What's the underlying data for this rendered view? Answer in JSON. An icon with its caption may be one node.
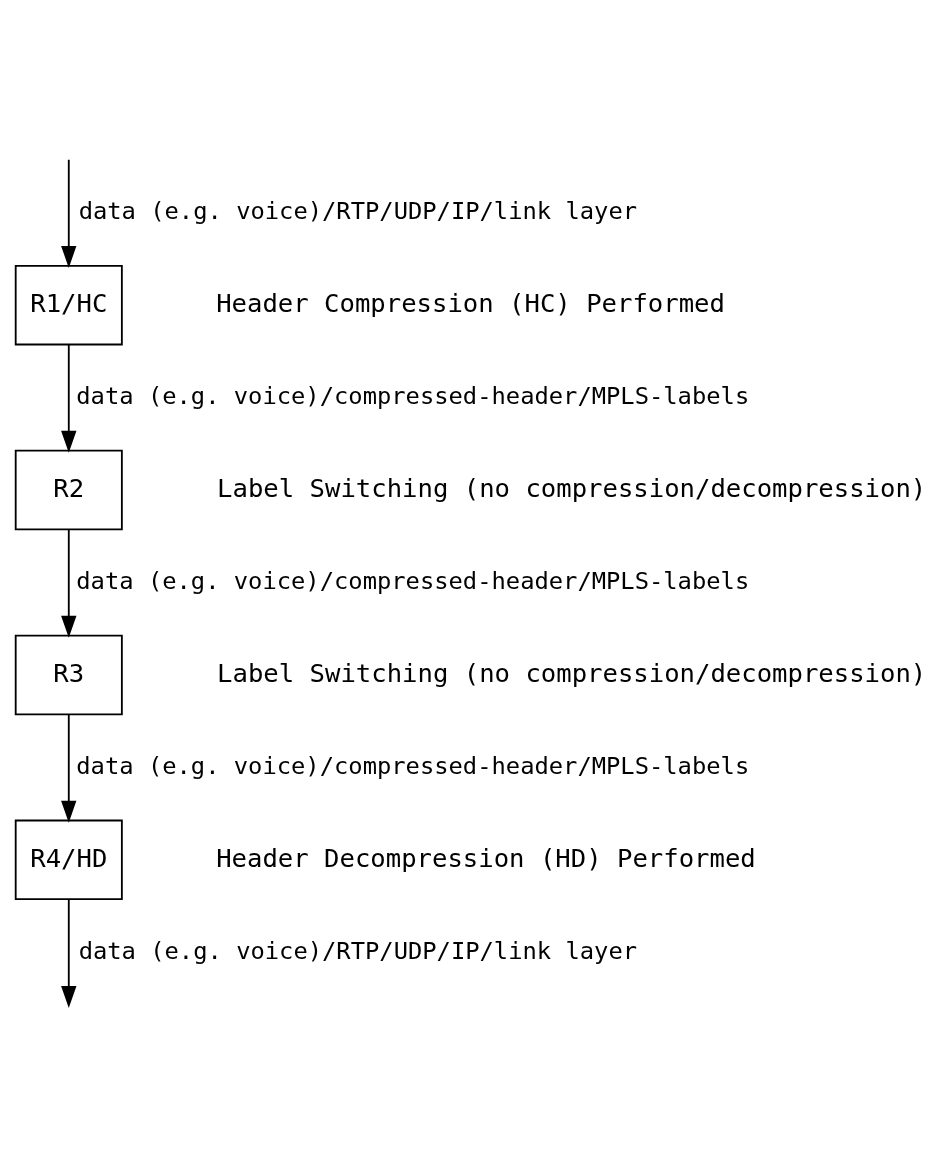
{
  "diagram": {
    "nodes": [
      {
        "text": [
          "R1/HC"
        ],
        "beside": [
          "Header Compression (HC) Performed"
        ]
      },
      {
        "text": [
          "R2"
        ],
        "beside": [
          "Label Switching (no compression/decompression)"
        ]
      },
      {
        "text": [
          "R3"
        ],
        "beside": [
          "Label Switching (no compression/decompression)"
        ]
      },
      {
        "text": [
          "R4/HD"
        ],
        "beside": [
          "Header Decompression (HD) Performed"
        ]
      }
    ],
    "edges": [
      {
        "from": null,
        "to": 0,
        "arrow": "to",
        "label": "data (e.g. voice)/RTP/UDP/IP/link layer"
      },
      {
        "from": 0,
        "to": 1,
        "arrow": "to",
        "label": "data (e.g. voice)/compressed-header/MPLS-labels"
      },
      {
        "from": 1,
        "to": 2,
        "arrow": "to",
        "label": "data (e.g. voice)/compressed-header/MPLS-labels"
      },
      {
        "from": 2,
        "to": 3,
        "arrow": "to",
        "label": "data (e.g. voice)/compressed-header/MPLS-labels"
      },
      {
        "from": 3,
        "to": null,
        "arrow": "to",
        "label": "data (e.g. voice)/RTP/UDP/IP/link layer"
      }
    ]
  }
}
